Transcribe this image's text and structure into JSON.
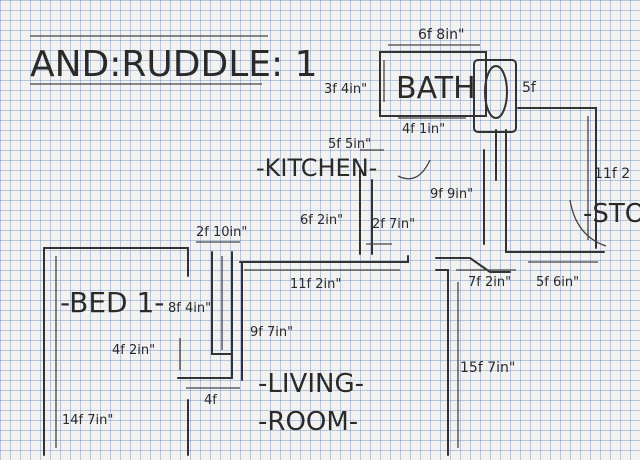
{
  "sheet": {
    "title": "AND:RUDDLE: 1",
    "ink_color": "#2e2e2e",
    "accent_color": "#b33a2a",
    "grid_color": "#6e8cbe"
  },
  "rooms": {
    "bed1": "-BED 1-",
    "living_line1": "-LIVING-",
    "living_line2": "-ROOM-",
    "kitchen": "-KITCHEN-",
    "bath": "BATH",
    "sto": "-STO"
  },
  "dimensions": {
    "bath_width": "6f 8in\"",
    "bath_height": "3f 4in\"",
    "bath_inner": "4f 1in\"",
    "toilet": "5f",
    "kitchen_width": "5f 5in\"",
    "kitchen_stub": "6f 2in\"",
    "kitchen_gap": "2f 7in\"",
    "door_top": "2f 10in\"",
    "hall_length": "11f 2in\"",
    "closet_height": "8f 4in\"",
    "bed_closet": "4f 2in\"",
    "living_closet": "9f 7in\"",
    "closet_width": "4f",
    "bed_height": "14f 7in\"",
    "corridor": "9f 9in\"",
    "sto_height": "11f 2",
    "corner_a": "7f 2in\"",
    "corner_b": "5f 6in\"",
    "living_height": "15f 7in\""
  }
}
